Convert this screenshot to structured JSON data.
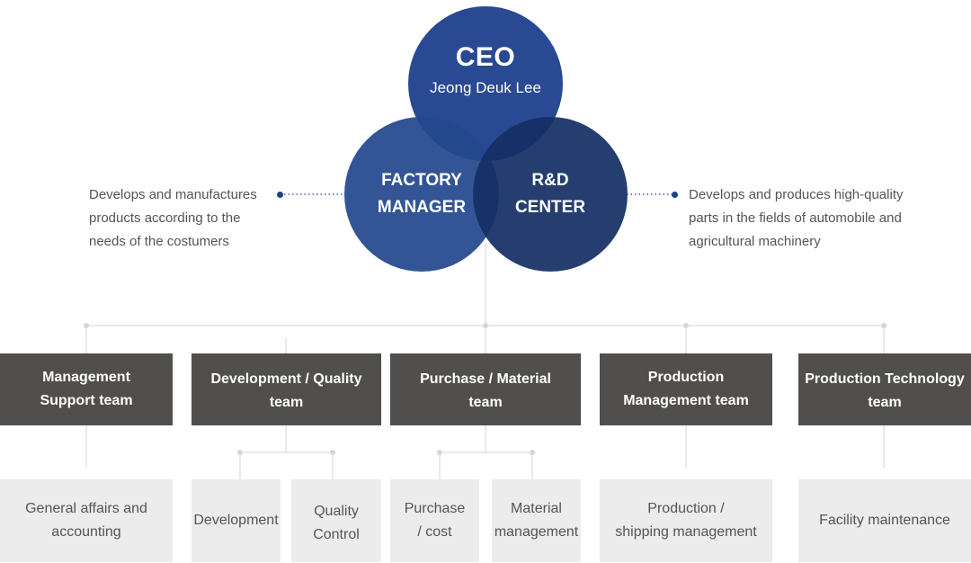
{
  "ceo": {
    "title": "CEO",
    "name": "Jeong Deuk Lee"
  },
  "factory": {
    "line1": "FACTORY",
    "line2": "MANAGER",
    "description": [
      "Develops and manufactures",
      "products according to the",
      "needs of the costumers"
    ]
  },
  "rnd": {
    "line1": "R&D",
    "line2": "CENTER",
    "description": [
      "Develops and produces high-quality",
      "parts in the fields of automobile and",
      "agricultural machinery"
    ]
  },
  "teams": [
    {
      "lines": [
        "Management",
        "Support team"
      ],
      "subs": [
        {
          "lines": [
            "General affairs and",
            "accounting"
          ]
        }
      ]
    },
    {
      "lines": [
        "Development / Quality",
        "team"
      ],
      "subs": [
        {
          "lines": [
            "Development"
          ]
        },
        {
          "lines": [
            "Quality",
            "Control"
          ]
        }
      ]
    },
    {
      "lines": [
        "Purchase / Material",
        "team"
      ],
      "subs": [
        {
          "lines": [
            "Purchase",
            "/ cost"
          ]
        },
        {
          "lines": [
            "Material",
            "management"
          ]
        }
      ]
    },
    {
      "lines": [
        "Production",
        "Management team"
      ],
      "subs": [
        {
          "lines": [
            "Production /",
            "shipping management"
          ]
        }
      ]
    },
    {
      "lines": [
        "Production Technology",
        "team"
      ],
      "subs": [
        {
          "lines": [
            "Facility maintenance"
          ]
        }
      ]
    }
  ],
  "colors": {
    "ceo_circle": "#1d3f8c",
    "factory_circle": "#24488e",
    "rnd_circle": "#142f64",
    "team_box": "#504f4d",
    "sub_box": "#ececec",
    "connector": "#d6d6d6",
    "accent_dot": "#1f3f8a"
  }
}
